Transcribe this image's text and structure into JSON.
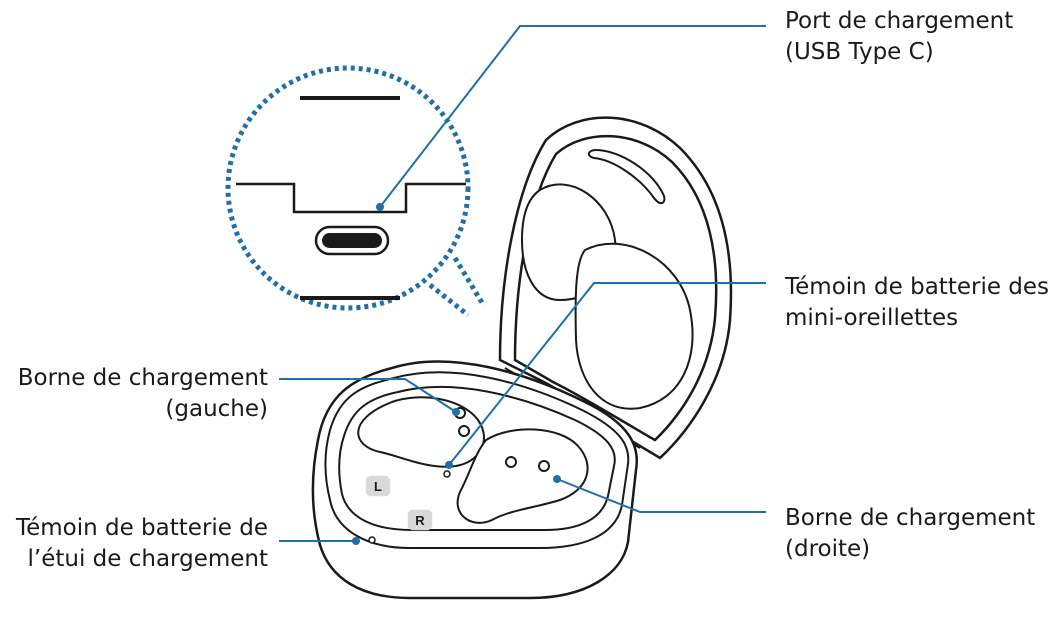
{
  "callouts": {
    "port": {
      "line1": "Port de chargement",
      "line2": "(USB Type C)"
    },
    "earbud_indicator": {
      "line1": "Témoin de batterie des",
      "line2": "mini-oreillettes"
    },
    "terminal_left": {
      "line1": "Borne de chargement",
      "line2": "(gauche)"
    },
    "terminal_right": {
      "line1": "Borne de chargement",
      "line2": "(droite)"
    },
    "case_indicator": {
      "line1": "Témoin de batterie de",
      "line2": "l’étui de chargement"
    }
  },
  "case_marks": {
    "left": "L",
    "right": "R"
  },
  "colors": {
    "leader": "#1f6fa8",
    "outline": "#1a1a1a",
    "fill": "#ffffff",
    "mark_bg": "#d9d9d9"
  }
}
